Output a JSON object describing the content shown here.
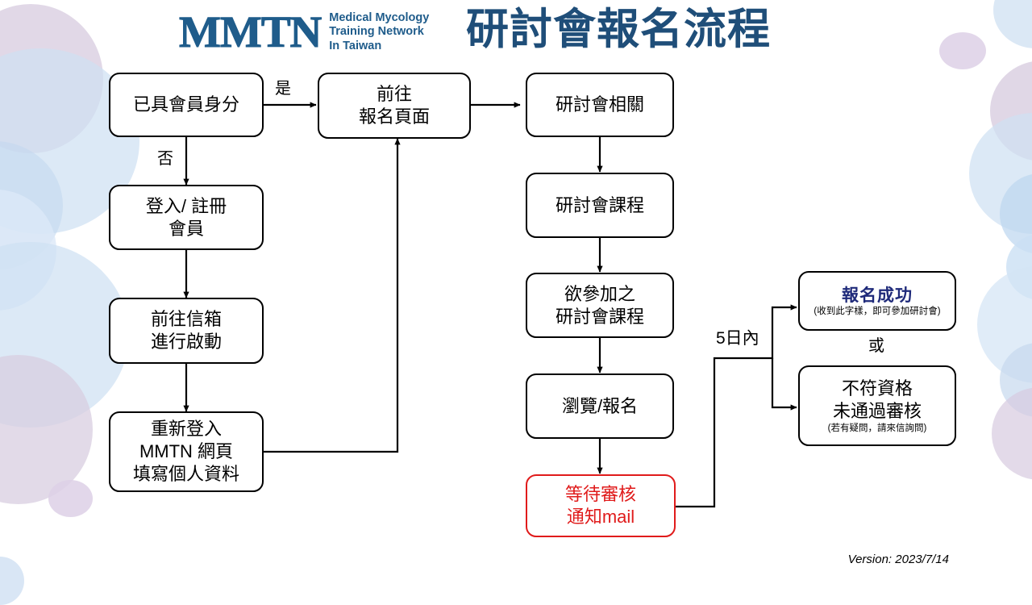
{
  "header": {
    "logo_mark": "MMTN",
    "logo_tagline": "Medical Mycology\nTraining Network\nIn Taiwan",
    "title": "研討會報名流程",
    "brand_color": "#1F5C8B",
    "title_color": "#1F4E79"
  },
  "flow": {
    "nodes": [
      {
        "id": "has-membership",
        "label_lines": [
          "已具會員身分"
        ]
      },
      {
        "id": "login-register",
        "label_lines": [
          "登入/ 註冊",
          "會員"
        ]
      },
      {
        "id": "activate-mail",
        "label_lines": [
          "前往信箱",
          "進行啟動"
        ]
      },
      {
        "id": "relogin-profile",
        "label_lines": [
          "重新登入",
          "MMTN 網頁",
          "填寫個人資料"
        ]
      },
      {
        "id": "go-signup-page",
        "label_lines": [
          "前往",
          "報名頁面"
        ]
      },
      {
        "id": "seminar-related",
        "label_lines": [
          "研討會相關"
        ]
      },
      {
        "id": "seminar-course",
        "label_lines": [
          "研討會課程"
        ]
      },
      {
        "id": "desired-course",
        "label_lines": [
          "欲參加之",
          "研討會課程"
        ]
      },
      {
        "id": "browse-signup",
        "label_lines": [
          "瀏覽/報名"
        ]
      },
      {
        "id": "await-review",
        "label_lines": [
          "等待審核",
          "通知mail"
        ],
        "color": "#E01B1B"
      },
      {
        "id": "signup-success",
        "label_lines": [
          "報名成功"
        ],
        "note": "(收到此字樣，即可參加研討會)",
        "heading_color": "#1F2A7A"
      },
      {
        "id": "not-qualified",
        "label_lines": [
          "不符資格",
          "未通過審核"
        ],
        "note": "(若有疑問，請來信詢問)"
      }
    ],
    "edge_labels": [
      {
        "id": "yes",
        "text": "是"
      },
      {
        "id": "no",
        "text": "否"
      },
      {
        "id": "within-5-days",
        "text": "5日內"
      },
      {
        "id": "or",
        "text": "或"
      }
    ]
  },
  "footer": {
    "version": "Version: 2023/7/14"
  }
}
